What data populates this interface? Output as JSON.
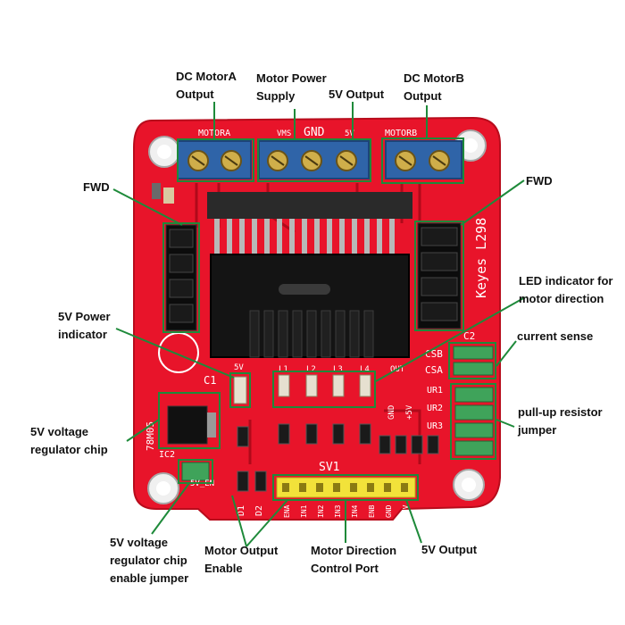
{
  "labels": {
    "dc_motor_a": [
      "DC MotorA",
      "Output"
    ],
    "motor_power": [
      "Motor Power",
      "Supply"
    ],
    "out_5v_top": "5V Output",
    "dc_motor_b": [
      "DC MotorB",
      "Output"
    ],
    "fwd_left": "FWD",
    "fwd_right": "FWD",
    "power_indicator": [
      "5V Power",
      "indicator"
    ],
    "led_indicator": [
      "LED indicator for",
      "motor direction"
    ],
    "current_sense": "current sense",
    "regulator_chip": [
      "5V voltage",
      "regulator chip"
    ],
    "pullup": [
      "pull-up resistor",
      "jumper"
    ],
    "regulator_enable": [
      "5V voltage",
      "regulator chip",
      "enable jumper"
    ],
    "motor_output_enable": [
      "Motor Output",
      "Enable"
    ],
    "motor_direction": [
      "Motor Direction",
      "Control Port"
    ],
    "out_5v_bottom": "5V Output"
  },
  "board": {
    "motora": "MOTORA",
    "vms": "VMS",
    "gnd": "GND",
    "v5": "5V",
    "motorb": "MOTORB",
    "brand": "Keyes L298",
    "c2": "C2",
    "c1": "C1",
    "csb": "CSB",
    "csa": "CSA",
    "ur1": "UR1",
    "ur2": "UR2",
    "ur3": "UR3",
    "l1": "L1",
    "l2": "L2",
    "l3": "L3",
    "l4": "L4",
    "out": "OUT",
    "gnd2": "GND",
    "plus5v": "+5V",
    "sv1": "SV1",
    "reg": "78M05",
    "ic2": "IC2",
    "en5v": "5V_EN",
    "d1": "D1",
    "d2": "D2",
    "pin_labels": [
      "ENA",
      "IN1",
      "IN2",
      "IN3",
      "IN4",
      "ENB",
      "GND",
      "+5V"
    ]
  },
  "colors": {
    "board": "#e8142a",
    "board_dark": "#c80e20",
    "terminal": "#2f64a8",
    "annotation": "#1e8a3a",
    "header": "#f2e23a",
    "jumper": "#3fa35a"
  }
}
